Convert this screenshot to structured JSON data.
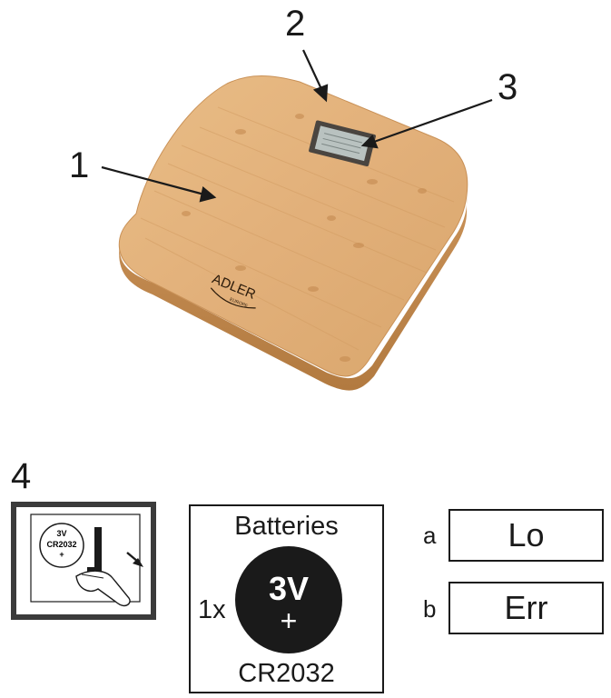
{
  "callouts": {
    "one": "1",
    "two": "2",
    "three": "3",
    "four": "4"
  },
  "scale": {
    "brand": "ADLER",
    "brand_sub": "EUROPE"
  },
  "battery_icon": {
    "voltage": "3V",
    "model": "CR2032",
    "polarity": "+"
  },
  "batteries_box": {
    "title": "Batteries",
    "quantity": "1x",
    "voltage": "3V",
    "polarity": "+",
    "model": "CR2032"
  },
  "codes": [
    {
      "letter": "a",
      "text": "Lo"
    },
    {
      "letter": "b",
      "text": "Err"
    }
  ],
  "colors": {
    "bamboo": "#e2b27a",
    "bamboo_edge": "#c08a4f",
    "ink": "#1a1a1a"
  }
}
